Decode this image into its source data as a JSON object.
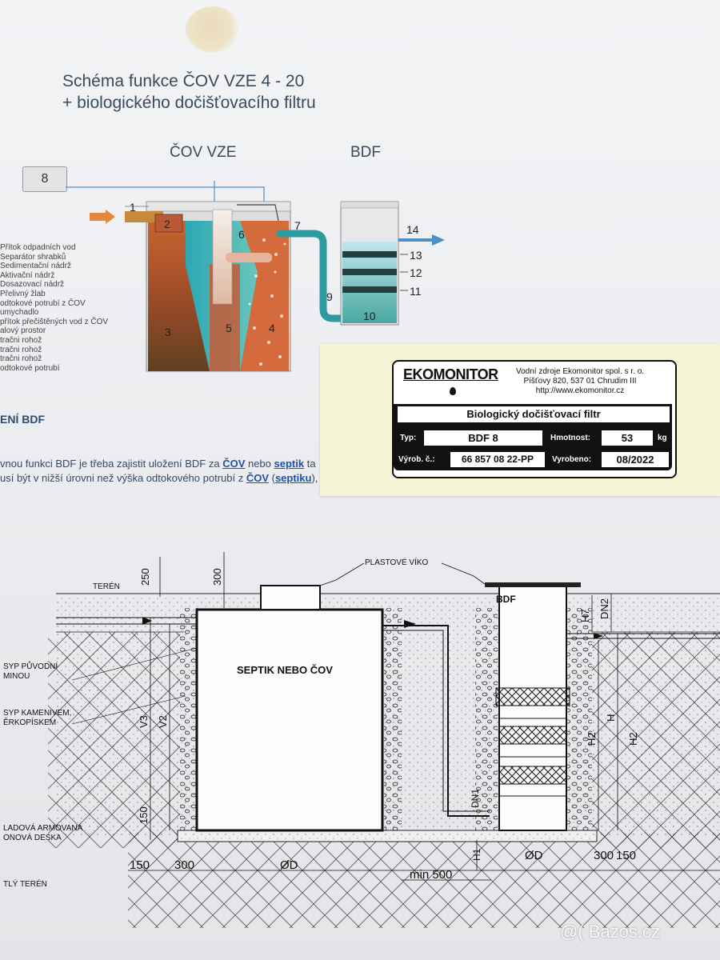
{
  "title": {
    "line1": "Schéma funkce ČOV VZE 4 - 20",
    "line2": "+ biologického dočišťovacího filtru"
  },
  "schema": {
    "cov_label": "ČOV VZE",
    "bdf_label": "BDF",
    "box_number": "8",
    "numbers": [
      "1",
      "2",
      "3",
      "4",
      "5",
      "6",
      "7",
      "9",
      "10",
      "11",
      "12",
      "13",
      "14"
    ]
  },
  "legend": [
    "Přítok odpadních vod",
    "Separátor shrabků",
    "Sedimentační nádrž",
    "Aktivační nádrž",
    "Dosazovací nádrž",
    "Přelivný žlab",
    "odtokové potrubí z ČOV",
    "umychadlo",
    "přítok přečištěných vod z ČOV",
    "alový prostor",
    "tračni rohož",
    "tračni rohož",
    "tračni rohož",
    "odtokové potrubí"
  ],
  "section_heading": "ENÍ BDF",
  "paragraph": {
    "l1_a": "vnou funkci BDF je třeba zajistit uložení BDF za ",
    "l1_link1": "ČOV",
    "l1_b": " nebo ",
    "l1_link2": "septik",
    "l1_c": " ta",
    "l2_a": "usí být v nižší úrovni než výška odtokového potrubí z ",
    "l2_link1": "ČOV",
    "l2_b": " (",
    "l2_link2": "septiku",
    "l2_c": "),"
  },
  "nameplate": {
    "brand": "EKOMONITOR",
    "company_line1": "Vodní zdroje Ekomonitor spol. s r. o.",
    "company_line2": "Píšťovy 820, 537 01  Chrudim III",
    "company_line3": "http://www.ekomonitor.cz",
    "product": "Biologický dočišťovací filtr",
    "type_label": "Typ:",
    "type_value": "BDF 8",
    "weight_label": "Hmotnost:",
    "weight_value": "53",
    "weight_unit": "kg",
    "serial_label": "Výrob. č.:",
    "serial_value": "66 857 08 22-PP",
    "date_label": "Vyrobeno:",
    "date_value": "08/2022"
  },
  "drawing": {
    "plastove_viko": "PLASTOVÉ VÍKO",
    "teren": "TERÉN",
    "dim_250": "250",
    "dim_300_top": "300",
    "bdf": "BDF",
    "septik": "SEPTIK NEBO ČOV",
    "zasyp1_a": "SYP PŮVODNÍ",
    "zasyp1_b": "MINOU",
    "zasyp2_a": "SYP KAMENIVEM,",
    "zasyp2_b": "ĚRKOPÍSKEM",
    "deska_a": "LADOVÁ ARMOVANÁ",
    "deska_b": "ONOVÁ DESKA",
    "rostly_teren": "TLÝ TERÉN",
    "dim_150_left": "150",
    "dim_300_left": "300",
    "dim_od1": "ØD",
    "dim_min500": "min 500",
    "dim_od2": "ØD",
    "dim_300_right": "300",
    "dim_150_right": "150",
    "dim_150_vert": "150",
    "dim_v3": "V3",
    "dim_v2": "V2",
    "dim_h7": "H7",
    "dim_dn2": "DN2",
    "dim_h2a": "H2",
    "dim_h": "H",
    "dim_h2b": "H2",
    "dim_dn1": "DN1",
    "dim_h1": "H1"
  },
  "watermark": "@( Bazos.cz"
}
